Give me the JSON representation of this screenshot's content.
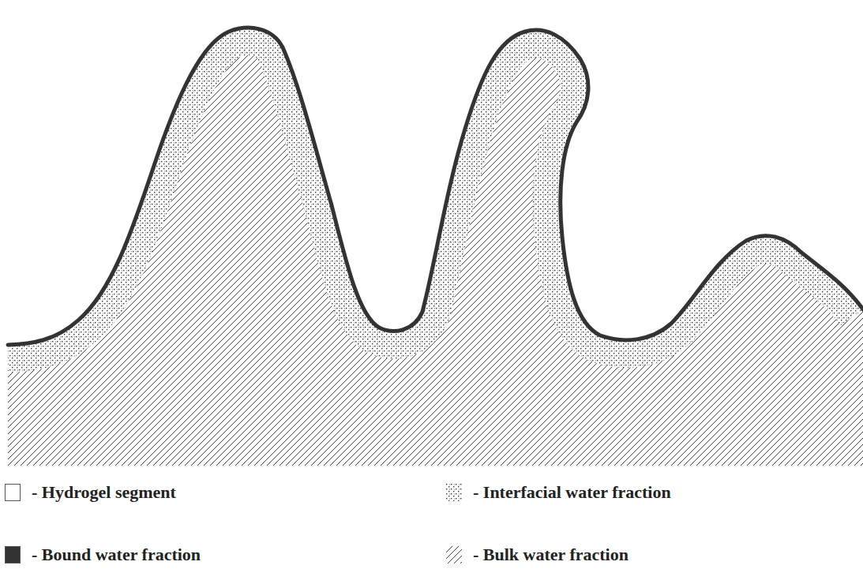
{
  "diagram": {
    "legend": [
      {
        "text": "- Hydrogel segment",
        "color": "#ffffff"
      },
      {
        "text": "- Interfacial water fraction"
      },
      {
        "text": "- Bound water fraction",
        "color": "#333333"
      },
      {
        "text": "- Bulk water fraction"
      }
    ]
  }
}
